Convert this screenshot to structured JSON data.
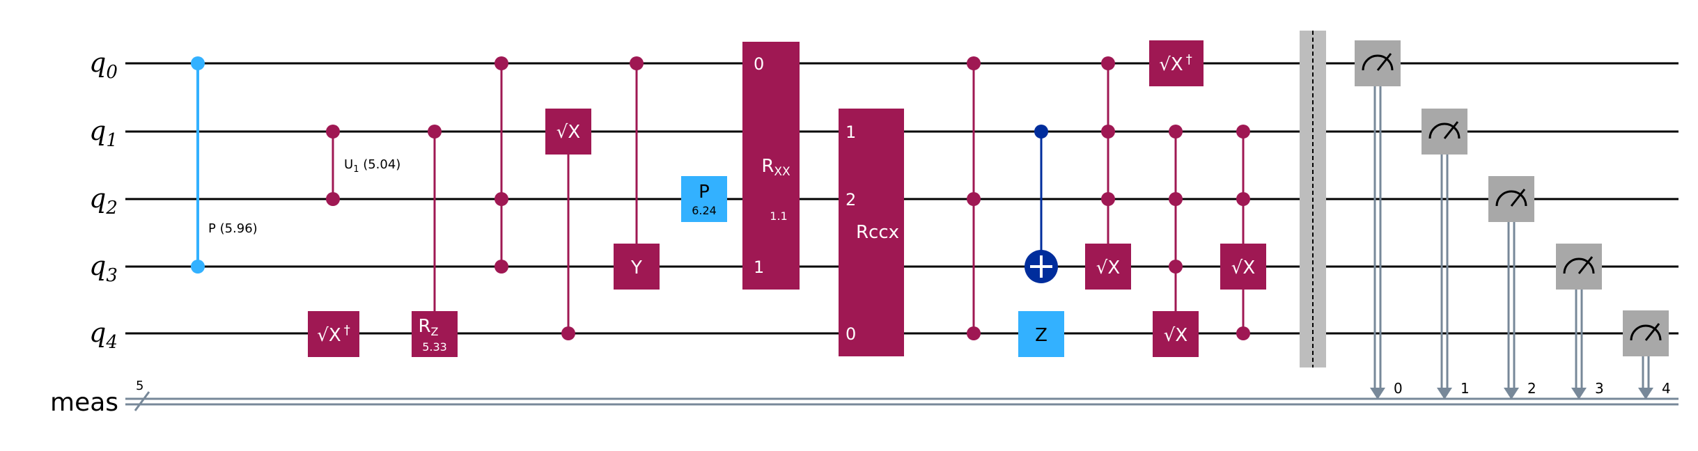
{
  "colors": {
    "gate": "#9F1853",
    "phase": "#33B1FF",
    "target": "#002D9C",
    "measure": "#A8A8A8",
    "barrier": "#BDBDBD",
    "classical": "#778899"
  },
  "qubits": [
    {
      "base": "q",
      "sub": "0"
    },
    {
      "base": "q",
      "sub": "1"
    },
    {
      "base": "q",
      "sub": "2"
    },
    {
      "base": "q",
      "sub": "3"
    },
    {
      "base": "q",
      "sub": "4"
    }
  ],
  "classical": {
    "label": "meas",
    "size": "5",
    "bits": [
      "0",
      "1",
      "2",
      "3",
      "4"
    ]
  },
  "labels": {
    "cp": "P (5.96)",
    "cu1": "U",
    "cu1_sub": "1",
    "cu1_param": " (5.04)",
    "sxdg": "√X",
    "dagger": "†",
    "rz": "R",
    "rz_sub": "Z",
    "rz_param": "5.33",
    "sx": "√X",
    "y": "Y",
    "p": "P",
    "p_param": "6.24",
    "rxx": "R",
    "rxx_sub": "XX",
    "rxx_param": "1.1",
    "rxx_idx0": "0",
    "rxx_idx1": "1",
    "rccx": "Rccx",
    "rccx_idx1": "1",
    "rccx_idx2": "2",
    "rccx_idx0": "0",
    "z": "Z"
  }
}
